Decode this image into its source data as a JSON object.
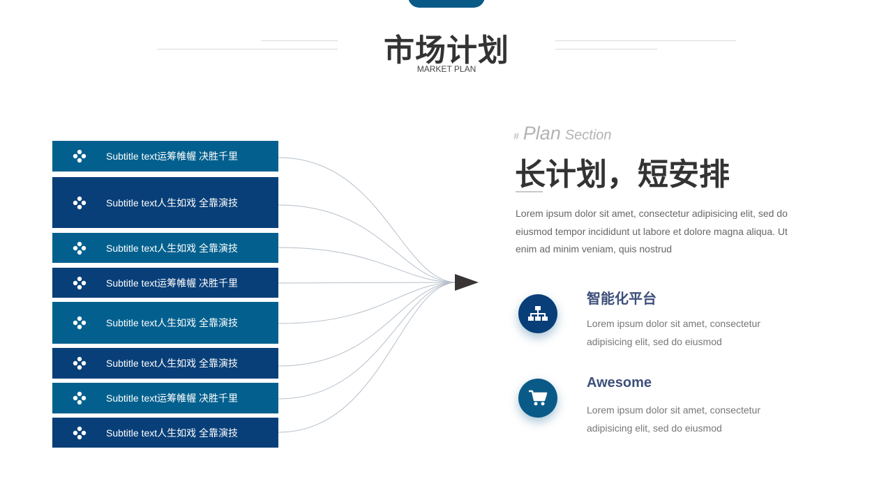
{
  "header": {
    "title": "市场计划",
    "subtitle": "MARKET PLAN"
  },
  "list": {
    "items": [
      {
        "label": "Subtitle text运筹帷幄 决胜千里"
      },
      {
        "label": "Subtitle text人生如戏 全靠演技"
      },
      {
        "label": "Subtitle text人生如戏 全靠演技"
      },
      {
        "label": "Subtitle text运筹帷幄 决胜千里"
      },
      {
        "label": "Subtitle text人生如戏 全靠演技"
      },
      {
        "label": "Subtitle text人生如戏 全靠演技"
      },
      {
        "label": "Subtitle text运筹帷幄 决胜千里"
      },
      {
        "label": "Subtitle text人生如戏 全靠演技"
      }
    ],
    "icon": "four-dots-icon"
  },
  "section": {
    "hash": "#",
    "plan_word": "Plan",
    "section_word": "Section",
    "heading": "长计划，短安排",
    "paragraph": "Lorem ipsum dolor sit amet, consectetur adipisicing elit, sed do eiusmod tempor incididunt ut labore et dolore magna aliqua. Ut enim ad minim veniam, quis nostrud"
  },
  "features": [
    {
      "title": "智能化平台",
      "text": "Lorem ipsum dolor sit amet, consectetur adipisicing elit, sed do eiusmod",
      "icon": "sitemap-icon"
    },
    {
      "title": "Awesome",
      "text": "Lorem ipsum dolor sit amet, consectetur adipisicing elit, sed do eiusmod",
      "icon": "shopping-cart-icon"
    }
  ],
  "colors": {
    "primary_blue": "#03608e",
    "dark_blue": "#083f78",
    "arrow": "#3a3535",
    "title_text": "#333333",
    "feature_title": "#3d4f7a"
  }
}
